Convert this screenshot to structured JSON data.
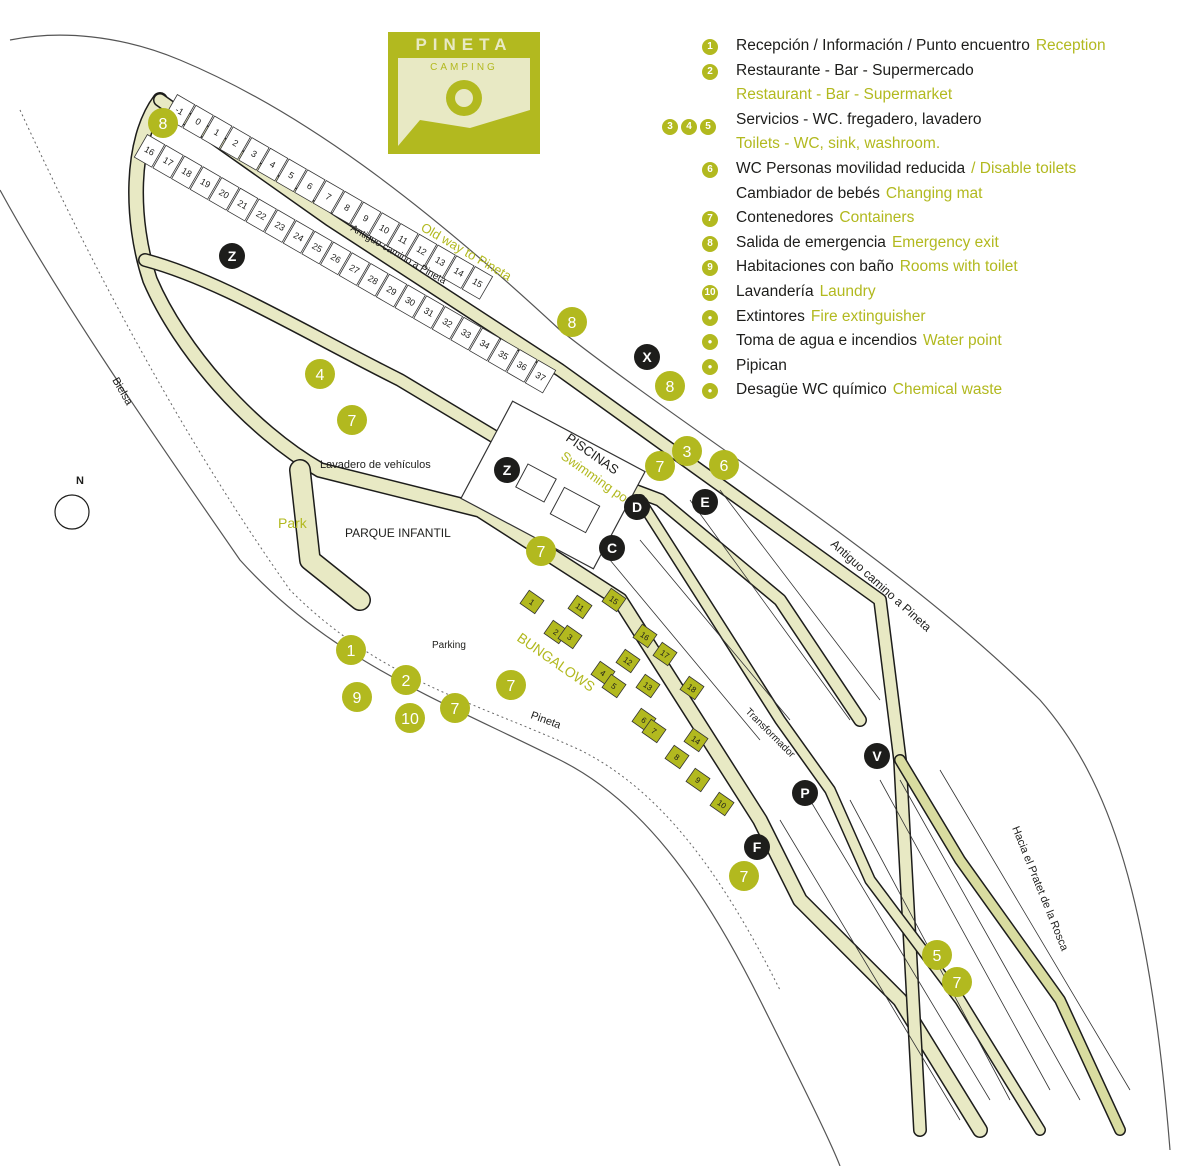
{
  "logo": {
    "line1": "PINETA",
    "line2": "CAMPING"
  },
  "colors": {
    "accent": "#b2b91f",
    "road": "#e8e9c4",
    "dark": "#1d1d1b",
    "grey": "#c8c8c8"
  },
  "legend": [
    {
      "icon": "1",
      "es": "Recepción / Información / Punto encuentro",
      "en": "Reception"
    },
    {
      "icon": "2",
      "es": "Restaurante - Bar - Supermercado",
      "en": ""
    },
    {
      "icon": "",
      "es": "",
      "en": "Restaurant - Bar - Supermarket"
    },
    {
      "icon": "3 4 5",
      "es": "Servicios - WC. fregadero, lavadero",
      "en": ""
    },
    {
      "icon": "",
      "es": "",
      "en": "Toilets - WC, sink, washroom."
    },
    {
      "icon": "6",
      "es": "WC Personas movilidad reducida",
      "en": "/ Disable toilets"
    },
    {
      "icon": "",
      "es": "Cambiador de bebés",
      "en": "Changing mat"
    },
    {
      "icon": "7",
      "es": "Contenedores",
      "en": "Containers"
    },
    {
      "icon": "8",
      "es": "Salida de emergencia",
      "en": "Emergency exit"
    },
    {
      "icon": "9",
      "es": "Habitaciones con baño",
      "en": "Rooms with toilet"
    },
    {
      "icon": "10",
      "es": "Lavandería",
      "en": "Laundry"
    },
    {
      "icon": "extinguisher-icon",
      "es": "Extintores",
      "en": "Fire extinguisher"
    },
    {
      "icon": "water-drop-icon",
      "es": "Toma de agua e incendios",
      "en": "Water point"
    },
    {
      "icon": "dog-icon",
      "es": "Pipican",
      "en": ""
    },
    {
      "icon": "chemical-waste-icon",
      "es": "Desagüe WC químico",
      "en": "Chemical waste"
    }
  ],
  "map_labels": {
    "old_way": "Old way to Pineta",
    "antiguo_top": "Antiguo camino a Pineta",
    "antiguo_right": "Antiguo camino a Pineta",
    "piscinas": "PISCINAS",
    "swimming_pool": "Swimming pool",
    "lavadero": "Lavadero de vehículos",
    "park": "Park",
    "parque_infantil": "PARQUE INFANTIL",
    "parking": "Parking",
    "bungalows": "BUNGALOWS",
    "transformador": "Transformador",
    "pineta_road": "Pineta",
    "bielsa_road": "Bielsa",
    "pratet": "Hacia el Pratet de la Rosca",
    "north": "N"
  },
  "zone_markers": [
    "Z",
    "Z",
    "X",
    "D",
    "C",
    "E",
    "V",
    "P",
    "F"
  ],
  "service_markers": [
    "8",
    "8",
    "8",
    "4",
    "7",
    "7",
    "3",
    "6",
    "7",
    "1",
    "9",
    "2",
    "10",
    "7",
    "7",
    "5",
    "7",
    "7"
  ],
  "top_row_pitches": [
    "-1",
    "0",
    "1",
    "2",
    "3",
    "4",
    "5",
    "6",
    "7",
    "8",
    "9",
    "10",
    "11",
    "12",
    "13",
    "14",
    "15",
    "16",
    "17",
    "18",
    "19",
    "20",
    "21",
    "22",
    "23",
    "24",
    "25",
    "26",
    "27",
    "28",
    "29",
    "30",
    "31",
    "32",
    "33",
    "34",
    "35",
    "36",
    "37"
  ],
  "bungalows": [
    "1",
    "2",
    "3",
    "4",
    "5",
    "6",
    "7",
    "8",
    "9",
    "10",
    "11",
    "12",
    "13",
    "14",
    "15",
    "16",
    "17",
    "18"
  ]
}
